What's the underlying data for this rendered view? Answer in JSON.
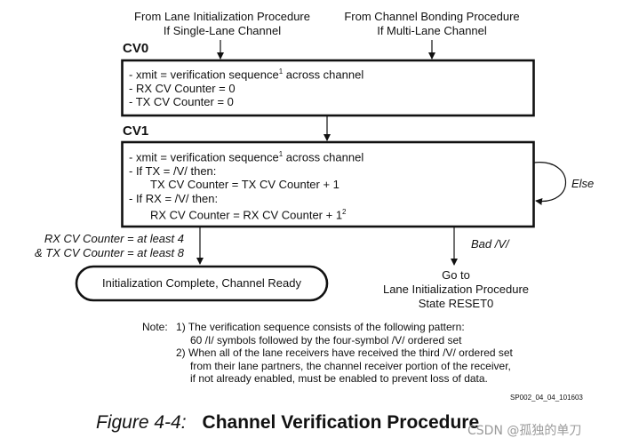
{
  "sources": {
    "left": [
      "From Lane Initialization Procedure",
      "If Single-Lane Channel"
    ],
    "right": [
      "From Channel Bonding Procedure",
      "If Multi-Lane Channel"
    ]
  },
  "cv0": {
    "label": "CV0",
    "lines": [
      "- xmit = verification sequence",
      "1",
      " across channel",
      "- RX CV Counter = 0",
      "- TX CV Counter = 0"
    ]
  },
  "cv1": {
    "label": "CV1",
    "line1": "- xmit = verification sequence",
    "line1_sup": "1",
    "line1_tail": " across channel",
    "line2": "- If TX = /V/ then:",
    "line3": "TX CV Counter = TX CV Counter + 1",
    "line4": "- If RX = /V/ then:",
    "line5": "RX CV Counter = RX CV Counter + 1",
    "line5_sup": "2"
  },
  "transitions": {
    "else": "Else",
    "success": [
      "RX CV Counter = at least 4",
      "& TX CV Counter = at least 8"
    ],
    "bad": "Bad /V/"
  },
  "final_state": "Initialization Complete, Channel Ready",
  "goto": [
    "Go to",
    "Lane Initialization Procedure",
    "State RESET0"
  ],
  "notes": {
    "prefix": "Note:",
    "n1_num": "1)",
    "n1": [
      "The verification sequence consists of the following pattern:",
      "60 /I/ symbols followed by the four-symbol /V/ ordered set"
    ],
    "n2_num": "2)",
    "n2": [
      "When all of the lane receivers have received the third /V/ ordered set",
      "from their lane partners, the channel receiver portion of the receiver,",
      "if not already enabled, must be enabled to prevent loss of data."
    ]
  },
  "ref_code": "SP002_04_04_101603",
  "caption": {
    "number": "Figure 4-4:",
    "title": "Channel Verification Procedure"
  },
  "watermark": "CSDN @孤独的单刀"
}
